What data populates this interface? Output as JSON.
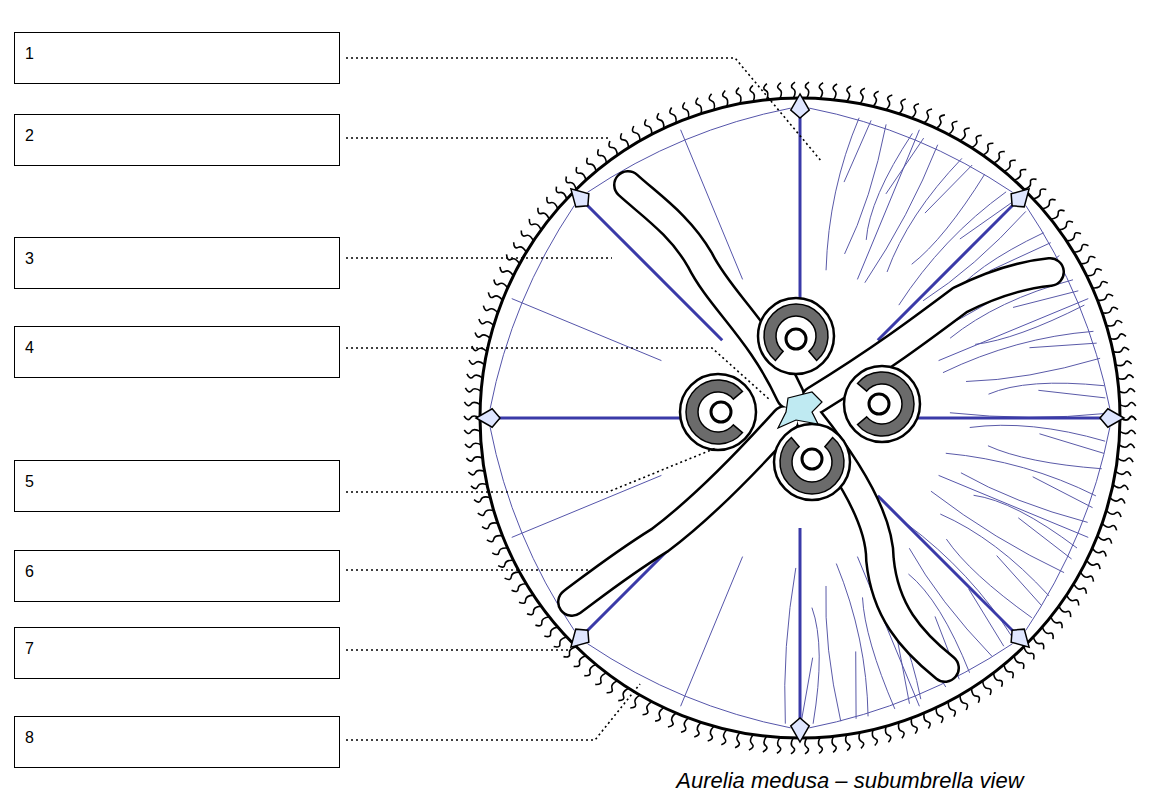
{
  "diagram": {
    "caption": "Aurelia medusa – subumbrella view",
    "nodes": [
      {
        "text": [
          "1"
        ]
      },
      {
        "text": [
          "2"
        ]
      },
      {
        "text": [
          "3"
        ]
      },
      {
        "text": [
          "4"
        ]
      },
      {
        "text": [
          "5"
        ]
      },
      {
        "text": [
          "6"
        ]
      },
      {
        "text": [
          "7"
        ]
      },
      {
        "text": [
          "8"
        ]
      }
    ]
  }
}
